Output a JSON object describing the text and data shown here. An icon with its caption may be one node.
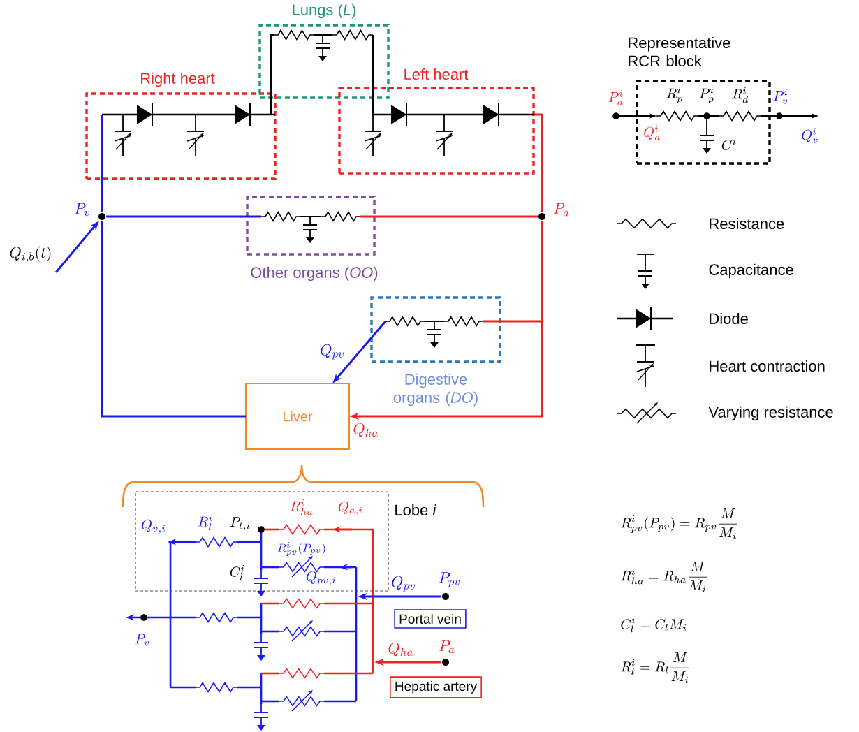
{
  "diagram": {
    "nodes": [
      {
        "text": [
          "Right heart"
        ]
      },
      {
        "text": [
          "Lungs (*L*)"
        ]
      },
      {
        "text": [
          "Left heart"
        ]
      },
      {
        "text": [
          "Other organs (*OO*)"
        ]
      },
      {
        "text": [
          "Digestive organs (*DO*)"
        ]
      },
      {
        "text": [
          "Liver"
        ]
      },
      {
        "text": [],
        "shape": "circle",
        "beside": [
          "P_v"
        ]
      },
      {
        "text": [],
        "shape": "circle",
        "beside": [
          "P_a"
        ]
      },
      {
        "text": [
          "Lobe *i*"
        ]
      },
      {
        "text": [
          "Portal vein"
        ]
      },
      {
        "text": [
          "Hepatic artery"
        ]
      },
      {
        "text": [
          "Representative RCR block"
        ]
      },
      {
        "text": [],
        "shape": "circle",
        "beside": [
          "P_{pv}"
        ]
      },
      {
        "text": [],
        "shape": "circle",
        "beside": [
          "P_a"
        ]
      }
    ],
    "edges": [
      {
        "from": 6,
        "to": 0,
        "arrow": "none",
        "color": "#1a1aee"
      },
      {
        "from": 0,
        "to": 1,
        "arrow": "none",
        "color": "#000000"
      },
      {
        "from": 1,
        "to": 2,
        "arrow": "none",
        "color": "#000000"
      },
      {
        "from": 2,
        "to": 7,
        "arrow": "none",
        "color": "#ee2222"
      },
      {
        "from": 7,
        "to": 3,
        "arrow": "none",
        "color": "#ee2222"
      },
      {
        "from": 3,
        "to": 6,
        "arrow": "none",
        "color": "#1a1aee"
      },
      {
        "from": 7,
        "to": 4,
        "arrow": "none",
        "color": "#ee2222"
      },
      {
        "from": 4,
        "to": 5,
        "arrow": "to",
        "label": "Q_{pv}",
        "color": "#1a1aee"
      },
      {
        "from": 7,
        "to": 5,
        "arrow": "to",
        "label": "Q_{ha}",
        "color": "#ee2222"
      },
      {
        "from": 5,
        "to": 6,
        "arrow": "none",
        "color": "#1a1aee"
      },
      {
        "from": null,
        "to": 6,
        "arrow": "to",
        "label": "Q_{i,b}(t)",
        "color": "#1a1aee"
      },
      {
        "from": 12,
        "to": 8,
        "arrow": "to",
        "label": "Q_{pv}",
        "color": "#1a1aee"
      },
      {
        "from": 13,
        "to": 8,
        "arrow": "to",
        "label": "Q_{ha}",
        "color": "#ee2222"
      }
    ],
    "labels": [
      "P^i_a",
      "R^i_p",
      "P^i_p",
      "R^i_d",
      "P^i_v",
      "Q^i_a",
      "C^i",
      "Q^i_v",
      "Q_{v,i}",
      "R^i_l",
      "P_{t,i}",
      "R^i_{ha}",
      "Q_{a,i}",
      "R^i_{pv}(P_{pv})",
      "C^i_l",
      "Q_{pv,i}",
      "P_v",
      "R^i_{pv}(P_{pv}) = R_{pv}\\frac{M}{M_i}",
      "R^i_{ha} = R_{ha}\\frac{M}{M_i}",
      "C^i_l = C_l M_i",
      "R^i_l = R_l\\frac{M}{M_i}"
    ],
    "legend": [
      {
        "text": "Resistance"
      },
      {
        "text": "Capacitance"
      },
      {
        "text": "Diode"
      },
      {
        "text": "Heart contraction"
      },
      {
        "text": "Varying resistance"
      }
    ]
  }
}
